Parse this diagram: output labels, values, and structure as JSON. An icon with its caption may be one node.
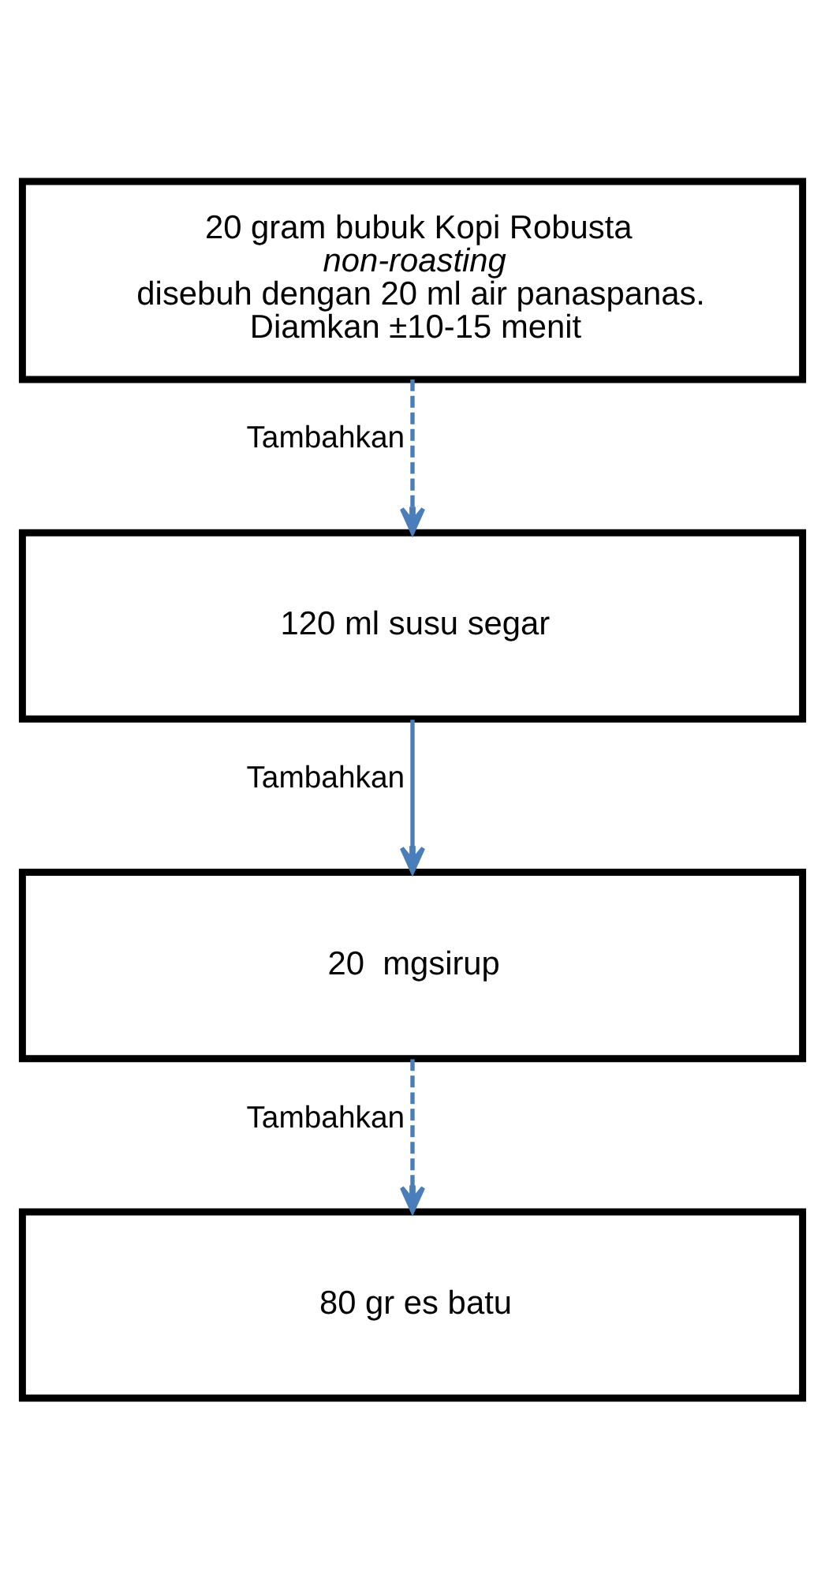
{
  "diagram": {
    "nodes": [
      {
        "text": [
          "20 gram bubuk Kopi Robusta *non-roasting* disebuh dengan 20 ml air panaspanas. Diamkan ±10-15 menit"
        ]
      },
      {
        "text": [
          "120 ml susu segar"
        ]
      },
      {
        "text": [
          "20  mgsirup"
        ]
      },
      {
        "text": [
          "80 gr es batu"
        ]
      }
    ],
    "edges": [
      {
        "from": 0,
        "to": 1,
        "arrow": "to",
        "label": "Tambahkan",
        "style": "dashed"
      },
      {
        "from": 1,
        "to": 2,
        "arrow": "to",
        "label": "Tambahkan"
      },
      {
        "from": 2,
        "to": 3,
        "arrow": "to",
        "label": "Tambahkan",
        "style": "dashed"
      }
    ]
  }
}
